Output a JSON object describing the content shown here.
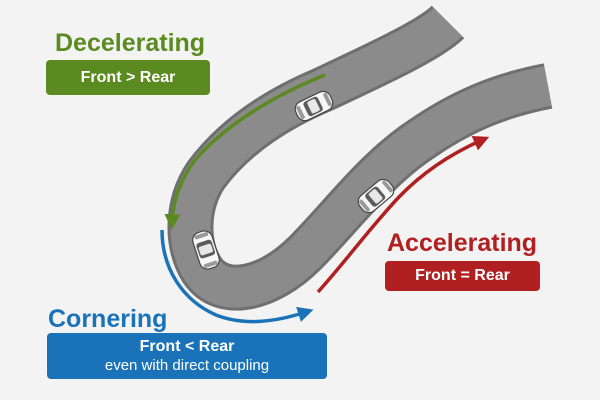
{
  "colors": {
    "background": "#f3f3f3",
    "road": "#8b8b8b",
    "road_edge": "#6f6f6f",
    "decelerating": "#5a8a20",
    "accelerating": "#b02020",
    "cornering": "#1a73b8"
  },
  "phases": {
    "decelerating": {
      "title": "Decelerating",
      "ratio": "Front > Rear"
    },
    "cornering": {
      "title": "Cornering",
      "ratio": "Front < Rear",
      "note": "even with direct coupling"
    },
    "accelerating": {
      "title": "Accelerating",
      "ratio": "Front = Rear"
    }
  },
  "icons": {
    "vehicle": "car-top-view-icon",
    "direction": "curved-arrow-icon"
  }
}
